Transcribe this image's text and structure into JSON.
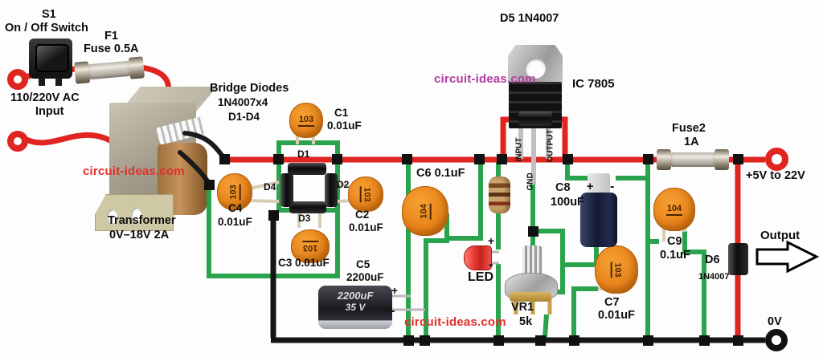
{
  "colors": {
    "wire_red": "#e02420",
    "wire_green": "#2aa44c",
    "wire_black": "#161616",
    "cap_orange": "#e8831a",
    "watermark_red": "#e0302b",
    "watermark_magenta": "#b53aa0"
  },
  "ac_input": {
    "switch_ref": "S1",
    "switch_name": "On / Off Switch",
    "fuse_ref": "F1",
    "fuse_name": "Fuse 0.5A",
    "line1": "110/220V AC",
    "line2": "Input"
  },
  "transformer": {
    "name": "Transformer",
    "rating": "0V–18V 2A"
  },
  "bridge": {
    "title": "Bridge Diodes",
    "part": "1N4007x4",
    "range": "D1-D4",
    "d1": "D1",
    "d2": "D2",
    "d3": "D3",
    "d4": "D4"
  },
  "capacitors": {
    "c1": {
      "ref": "C1",
      "value": "0.01uF",
      "code": "103"
    },
    "c2": {
      "ref": "C2",
      "value": "0.01uF",
      "code": "103"
    },
    "c3": {
      "ref": "C3 0.01uF",
      "code": "103"
    },
    "c4": {
      "ref": "C4",
      "value": "0.01uF",
      "code": "103"
    },
    "c5": {
      "ref": "C5",
      "value": "2200uF",
      "marking_line1": "2200uF",
      "marking_line2": "35 V",
      "plus": "+",
      "minus": "-"
    },
    "c6": {
      "ref": "C6 0.1uF",
      "code": "104"
    },
    "c7": {
      "ref": "C7",
      "value": "0.01uF",
      "code": "103"
    },
    "c8": {
      "ref": "C8",
      "value": "100uF",
      "plus": "+",
      "minus": "-"
    },
    "c9": {
      "ref": "C9",
      "value": "0.1uF",
      "code": "104"
    }
  },
  "regulator": {
    "diode": "D5 1N4007",
    "ic": "IC 7805",
    "pin_input": "INPUT",
    "pin_gnd": "GND",
    "pin_output": "OUTPUT"
  },
  "indicator": {
    "led": "LED",
    "plus": "+",
    "minus": "-",
    "vr1_ref": "VR1",
    "vr1_value": "5k"
  },
  "output_stage": {
    "fuse_ref": "Fuse2",
    "fuse_value": "1A",
    "voltage": "+5V to 22V",
    "output_label": "Output",
    "zero_volt": "0V",
    "d6_ref": "D6",
    "d6_value": "1N4007"
  },
  "watermarks": {
    "top": "circuit-ideas.com",
    "left": "circuit-ideas.com",
    "bottom": "circuit-ideas.com"
  }
}
